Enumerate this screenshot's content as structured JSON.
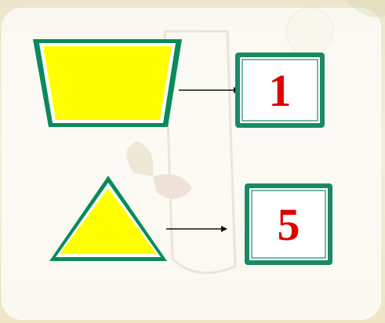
{
  "rows": [
    {
      "shape": "trapezoid",
      "connector": "arrow",
      "value": "1"
    },
    {
      "shape": "triangle",
      "connector": "arrow",
      "value": "5"
    }
  ],
  "colors": {
    "shape_fill": "#ffff00",
    "shape_border": "#0a8a5c",
    "box_border": "#1a8a66",
    "number_color": "#e00000",
    "arrow_color": "#111111"
  }
}
